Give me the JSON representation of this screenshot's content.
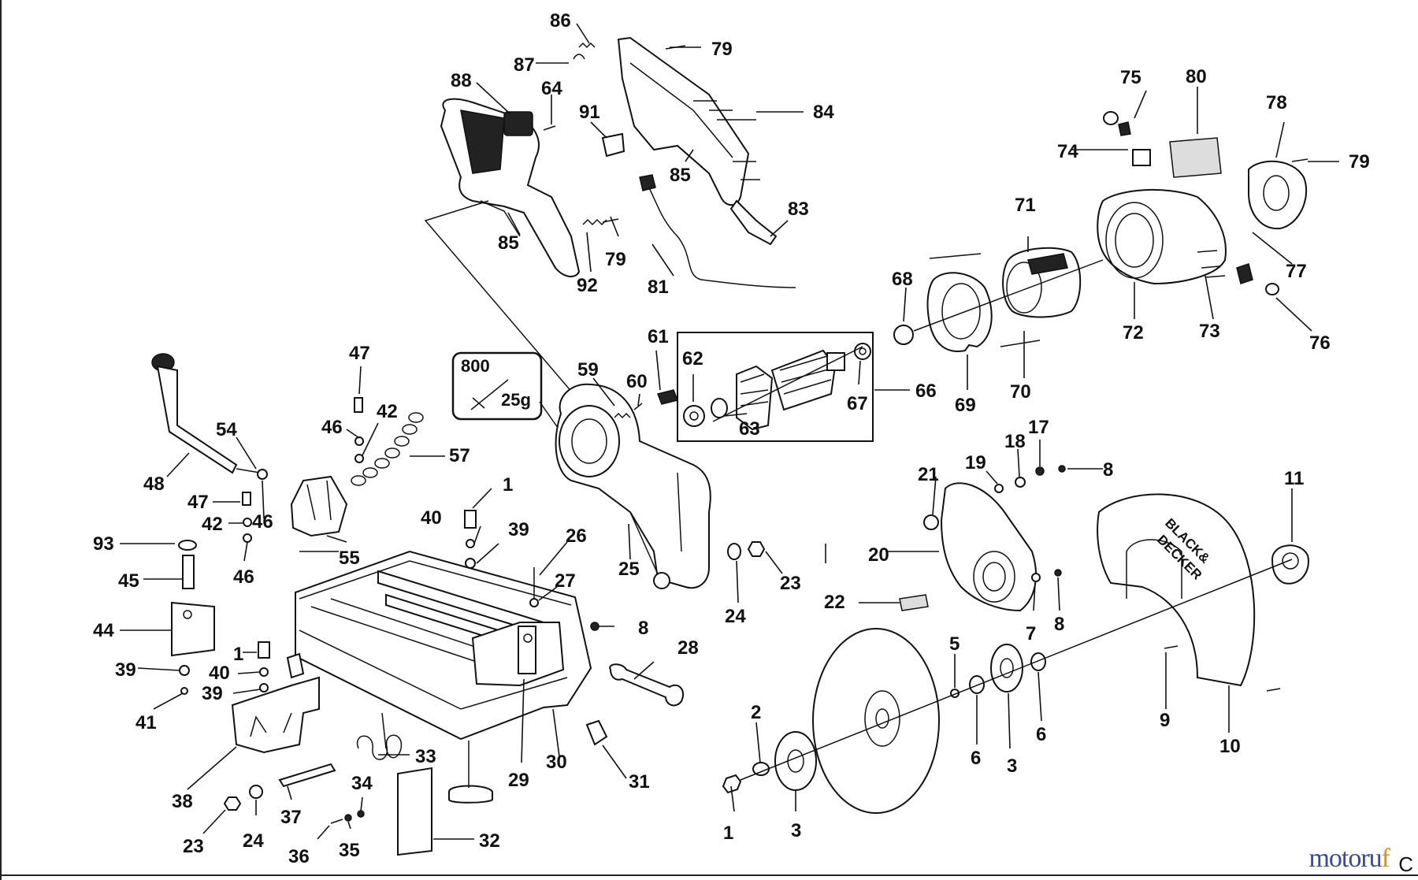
{
  "labels": {
    "l1a": "1",
    "l1b": "1",
    "l1c": "1",
    "l2": "2",
    "l3a": "3",
    "l3b": "3",
    "l5": "5",
    "l6a": "6",
    "l6b": "6",
    "l7": "7",
    "l8a": "8",
    "l8b": "8",
    "l8c": "8",
    "l9": "9",
    "l10": "10",
    "l11": "11",
    "l17": "17",
    "l18": "18",
    "l19": "19",
    "l20": "20",
    "l21": "21",
    "l22": "22",
    "l23a": "23",
    "l23b": "23",
    "l24a": "24",
    "l24b": "24",
    "l25": "25",
    "l26": "26",
    "l27": "27",
    "l28": "28",
    "l29": "29",
    "l30": "30",
    "l31": "31",
    "l32": "32",
    "l33": "33",
    "l34": "34",
    "l35": "35",
    "l36": "36",
    "l37": "37",
    "l38": "38",
    "l39a": "39",
    "l39b": "39",
    "l39c": "39",
    "l40a": "40",
    "l40b": "40",
    "l41": "41",
    "l42a": "42",
    "l42b": "42",
    "l44": "44",
    "l45": "45",
    "l46a": "46",
    "l46b": "46",
    "l46c": "46",
    "l47a": "47",
    "l47b": "47",
    "l48": "48",
    "l54": "54",
    "l55": "55",
    "l57": "57",
    "l59": "59",
    "l60": "60",
    "l61": "61",
    "l62": "62",
    "l63": "63",
    "l64": "64",
    "l66": "66",
    "l67": "67",
    "l68": "68",
    "l69": "69",
    "l70": "70",
    "l71": "71",
    "l72": "72",
    "l73": "73",
    "l74": "74",
    "l75": "75",
    "l76": "76",
    "l77": "77",
    "l78": "78",
    "l79a": "79",
    "l79b": "79",
    "l79c": "79",
    "l80": "80",
    "l81": "81",
    "l83": "83",
    "l84": "84",
    "l85a": "85",
    "l85b": "85",
    "l86": "86",
    "l87": "87",
    "l88": "88",
    "l91": "91",
    "l92": "92",
    "l93": "93"
  },
  "inset": {
    "part_number": "800",
    "quantity": "25g"
  },
  "brand_guard": {
    "line1": "BLACK&",
    "line2": "DECKER"
  },
  "watermark": {
    "prefix": "motoru",
    "suffix": "f"
  },
  "corner_mark": "C"
}
